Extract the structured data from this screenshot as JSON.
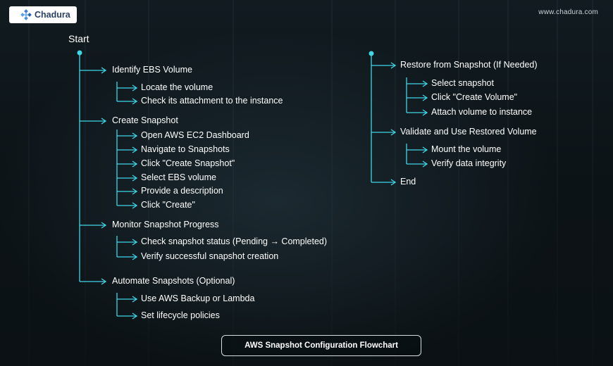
{
  "brand": {
    "name": "Chadura",
    "website": "www.chadura.com"
  },
  "colors": {
    "accent": "#3fd6e6",
    "text": "#ffffff",
    "background": "#0d1418"
  },
  "diagram": {
    "title": "AWS Snapshot Configuration Flowchart",
    "start": "Start",
    "left_column": [
      {
        "label": "Identify EBS Volume",
        "children": [
          "Locate the volume",
          "Check its attachment to the instance"
        ]
      },
      {
        "label": "Create Snapshot",
        "children": [
          "Open AWS EC2 Dashboard",
          "Navigate to Snapshots",
          "Click \"Create Snapshot\"",
          "Select EBS volume",
          "Provide a description",
          "Click \"Create\""
        ]
      },
      {
        "label": "Monitor Snapshot Progress",
        "children": [
          "Check snapshot status (Pending → Completed)",
          "Verify successful snapshot creation"
        ]
      },
      {
        "label": "Automate Snapshots (Optional)",
        "children": [
          "Use AWS Backup or Lambda",
          "Set lifecycle policies"
        ]
      }
    ],
    "right_column": [
      {
        "label": "Restore from Snapshot (If Needed)",
        "children": [
          "Select snapshot",
          "Click \"Create Volume\"",
          "Attach volume to instance"
        ]
      },
      {
        "label": "Validate and Use Restored Volume",
        "children": [
          "Mount the volume",
          "Verify data integrity"
        ]
      },
      {
        "label": "End",
        "children": []
      }
    ]
  }
}
